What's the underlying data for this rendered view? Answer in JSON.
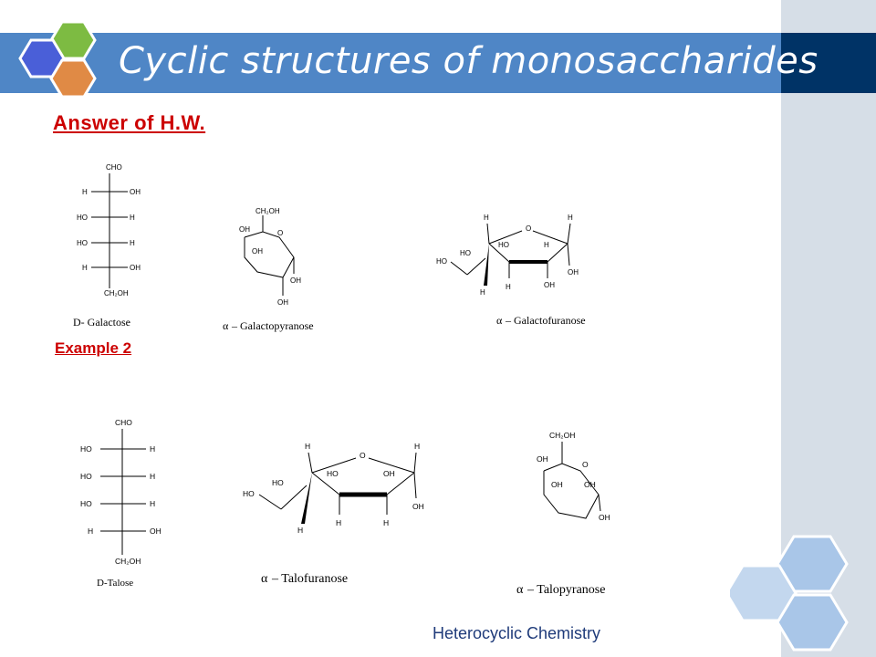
{
  "slide": {
    "title": "Cyclic structures of monosaccharides",
    "section_heading": "Answer of H.W.",
    "example_heading": "Example 2",
    "footer": "Heterocyclic Chemistry"
  },
  "colors": {
    "title_bar": "#4f86c6",
    "title_bar_dark": "#003366",
    "side_panel": "#d6dee7",
    "heading_red": "#cc0000",
    "hex_blue": "#4a5fd8",
    "hex_green": "#7dbb42",
    "hex_orange": "#e08a45",
    "hex_light": "#a9c6e8"
  },
  "structures": {
    "galactose": {
      "caption": "D- Galactose",
      "top": "CHO",
      "rows": [
        {
          "left": "H",
          "right": "OH"
        },
        {
          "left": "HO",
          "right": "H"
        },
        {
          "left": "HO",
          "right": "H"
        },
        {
          "left": "H",
          "right": "OH"
        }
      ],
      "bottom": "CH₂OH"
    },
    "galactopyranose": {
      "caption_prefix": "α",
      "caption": "– Galactopyranose",
      "labels": {
        "ch2oh": "CH₂OH",
        "o": "O",
        "oh1": "OH",
        "oh2": "OH",
        "oh3": "OH",
        "oh4": "OH"
      }
    },
    "galactofuranose": {
      "caption_prefix": "α",
      "caption": "– Galactofuranose",
      "labels": {
        "h1": "H",
        "o": "O",
        "h2": "H",
        "ho1": "HO",
        "ho2": "HO",
        "ho3": "HO",
        "h3": "H",
        "oh1": "OH",
        "oh2": "OH",
        "h4": "H",
        "h5": "H"
      }
    },
    "talose": {
      "caption": "D-Talose",
      "top": "CHO",
      "rows": [
        {
          "left": "HO",
          "right": "H"
        },
        {
          "left": "HO",
          "right": "H"
        },
        {
          "left": "HO",
          "right": "H"
        },
        {
          "left": "H",
          "right": "OH"
        }
      ],
      "bottom": "CH₂OH"
    },
    "talofuranose": {
      "caption_prefix": "α",
      "caption": "– Talofuranose",
      "labels": {
        "h1": "H",
        "o": "O",
        "h2": "H",
        "ho1": "HO",
        "ho2": "HO",
        "ho3": "HO",
        "oh1": "OH",
        "oh2": "OH",
        "h3": "H",
        "h4": "H",
        "h5": "H"
      }
    },
    "talopyranose": {
      "caption_prefix": "α",
      "caption": "– Talopyranose",
      "labels": {
        "ch2oh": "CH₂OH",
        "o": "O",
        "oh1": "OH",
        "oh2": "OH",
        "oh3": "OH",
        "oh4": "OH"
      }
    }
  }
}
